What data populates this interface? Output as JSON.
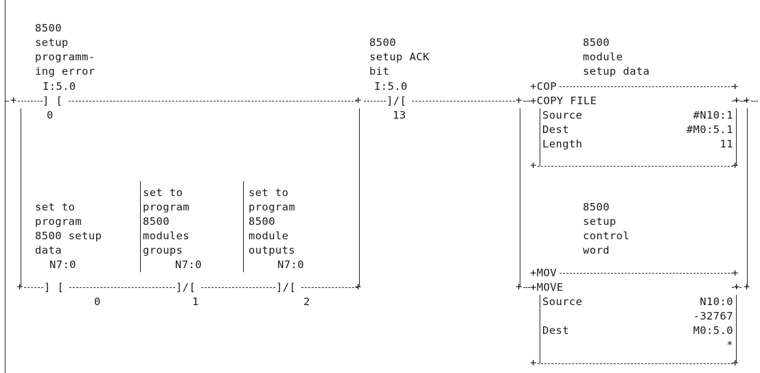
{
  "rung_top": {
    "contact1": {
      "desc": [
        "8500",
        "setup",
        "programm-",
        "ing error"
      ],
      "addr": "I:5.0",
      "symbol": "] [",
      "bit": "0"
    },
    "contact2": {
      "desc": [
        "8500",
        "setup ACK",
        "bit"
      ],
      "addr": "I:5.0",
      "symbol": "]/[",
      "bit": "13"
    },
    "cop": {
      "desc": [
        "8500",
        "module",
        "setup data"
      ],
      "mnemonic": "+COP",
      "title": "+COPY FILE",
      "rows": [
        {
          "label": "Source",
          "value": "#N10:1"
        },
        {
          "label": "Dest",
          "value": "#M0:5.1"
        },
        {
          "label": "Length",
          "value": "11"
        }
      ]
    }
  },
  "rung_branch": {
    "contact1": {
      "desc": [
        "set to",
        "program",
        "8500 setup",
        "data"
      ],
      "addr": "N7:0",
      "symbol": "] [",
      "bit": "0"
    },
    "contact2": {
      "desc": [
        "set to",
        "program",
        "8500",
        "modules",
        "groups"
      ],
      "addr": "N7:0",
      "symbol": "]/[",
      "bit": "1"
    },
    "contact3": {
      "desc": [
        "set to",
        "program",
        "8500",
        "module",
        "outputs"
      ],
      "addr": "N7:0",
      "symbol": "]/[",
      "bit": "2"
    },
    "mov": {
      "desc": [
        "8500",
        "setup",
        "control",
        "word"
      ],
      "mnemonic": "+MOV",
      "title": "+MOVE",
      "rows": [
        {
          "label": "Source",
          "value": "N10:0"
        },
        {
          "label": "",
          "value": "-32767"
        },
        {
          "label": "Dest",
          "value": "M0:5.0"
        },
        {
          "label": "",
          "value": "*"
        }
      ]
    }
  }
}
